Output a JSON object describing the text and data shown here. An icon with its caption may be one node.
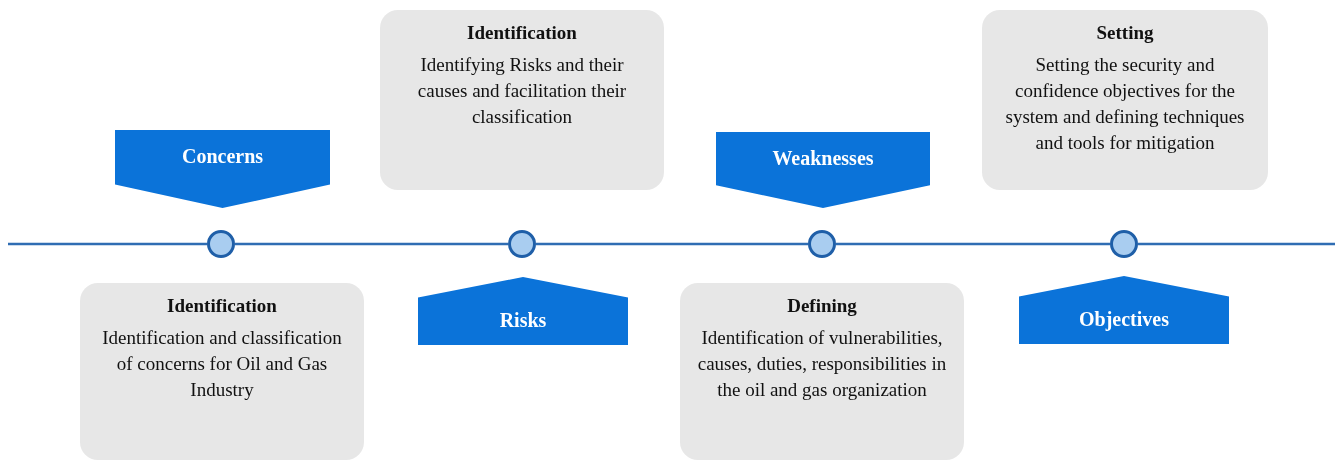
{
  "diagram": {
    "nodes": [
      {
        "text": [
          "Concerns"
        ]
      },
      {
        "text": [],
        "shape": "circle"
      },
      {
        "text": [
          "Identification",
          "Identification and classification of concerns for Oil and Gas Industry"
        ]
      },
      {
        "text": [
          "Identification",
          "Identifying Risks and their causes and facilitation their classification"
        ]
      },
      {
        "text": [],
        "shape": "circle"
      },
      {
        "text": [
          "Risks"
        ]
      },
      {
        "text": [
          "Weaknesses"
        ]
      },
      {
        "text": [],
        "shape": "circle"
      },
      {
        "text": [
          "Defining",
          "Identification of vulnerabilities, causes, duties, responsibilities in the oil and gas organization"
        ]
      },
      {
        "text": [
          "Setting",
          "Setting the security and confidence objectives for the system and defining techniques and tools for mitigation"
        ]
      },
      {
        "text": [],
        "shape": "circle"
      },
      {
        "text": [
          "Objectives"
        ]
      }
    ],
    "edges": [
      {
        "from": null,
        "to": 1,
        "arrow": "none"
      },
      {
        "from": 1,
        "to": 4,
        "arrow": "none"
      },
      {
        "from": 4,
        "to": 7,
        "arrow": "none"
      },
      {
        "from": 7,
        "to": 10,
        "arrow": "none"
      },
      {
        "from": 10,
        "to": null,
        "arrow": "none"
      }
    ]
  }
}
